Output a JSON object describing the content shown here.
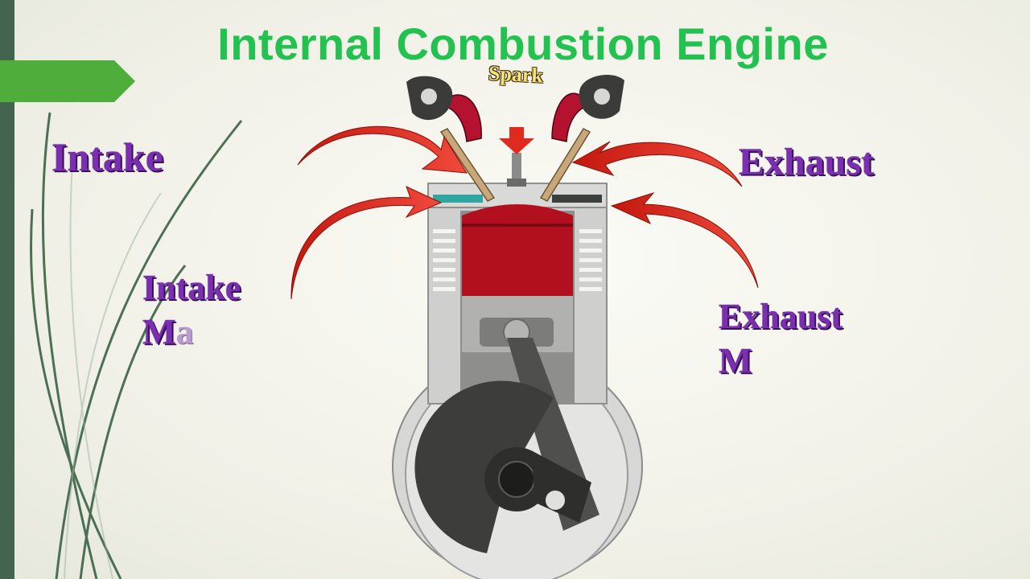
{
  "title": "Internal Combustion Engine",
  "spark_label": "Spark",
  "labels": {
    "intake": "Intake",
    "exhaust": "Exhaust",
    "intake_manifold_line1": "Intake",
    "intake_manifold_line2_solid": "M",
    "intake_manifold_line2_faded": "a",
    "exhaust_manifold_line1": "Exhaust",
    "exhaust_manifold_line2": "M"
  },
  "colors": {
    "title_green": "#22c150",
    "label_purple": "#7a2fb0",
    "arrow_red": "#e02a20",
    "piston_red": "#b3101f",
    "sidebar_green": "#44644f",
    "tab_green": "#4fae3b"
  }
}
